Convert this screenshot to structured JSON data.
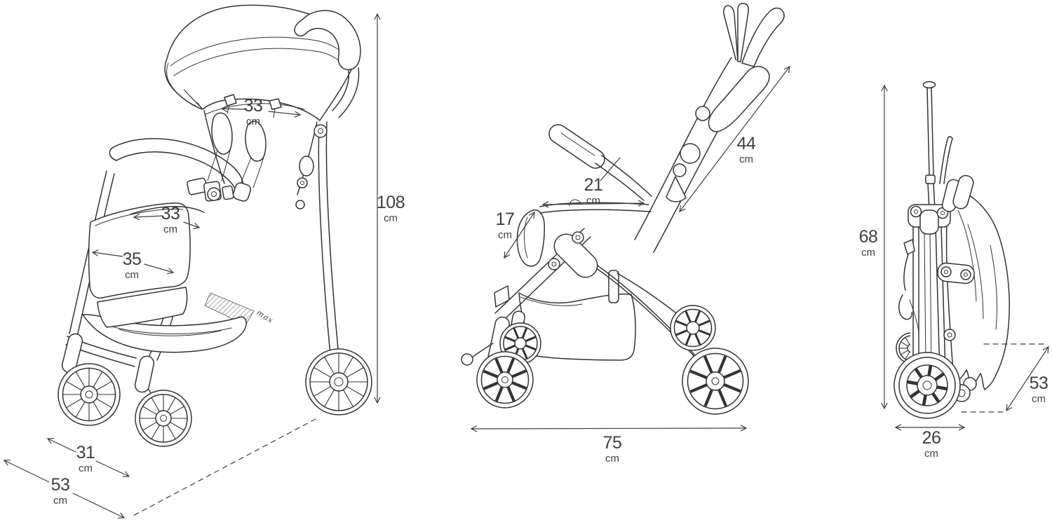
{
  "diagram": {
    "type": "stroller-dimension-diagram",
    "unit": "cm",
    "brand_mark": "max",
    "views": {
      "open_front": {
        "name": "open stroller three-quarter view"
      },
      "open_side": {
        "name": "open stroller side view"
      },
      "folded_side": {
        "name": "folded stroller side view"
      }
    },
    "dims": {
      "seatback_width": {
        "value": "33",
        "unit": "cm"
      },
      "seat_width": {
        "value": "33",
        "unit": "cm"
      },
      "footrest_width": {
        "value": "35",
        "unit": "cm"
      },
      "overall_height": {
        "value": "108",
        "unit": "cm"
      },
      "front_track": {
        "value": "31",
        "unit": "cm"
      },
      "base_depth": {
        "value": "53",
        "unit": "cm"
      },
      "backrest_length": {
        "value": "44",
        "unit": "cm"
      },
      "seat_depth": {
        "value": "21",
        "unit": "cm"
      },
      "legrest_length": {
        "value": "17",
        "unit": "cm"
      },
      "overall_length": {
        "value": "75",
        "unit": "cm"
      },
      "folded_height": {
        "value": "68",
        "unit": "cm"
      },
      "folded_depth": {
        "value": "53",
        "unit": "cm"
      },
      "folded_width": {
        "value": "26",
        "unit": "cm"
      }
    }
  }
}
